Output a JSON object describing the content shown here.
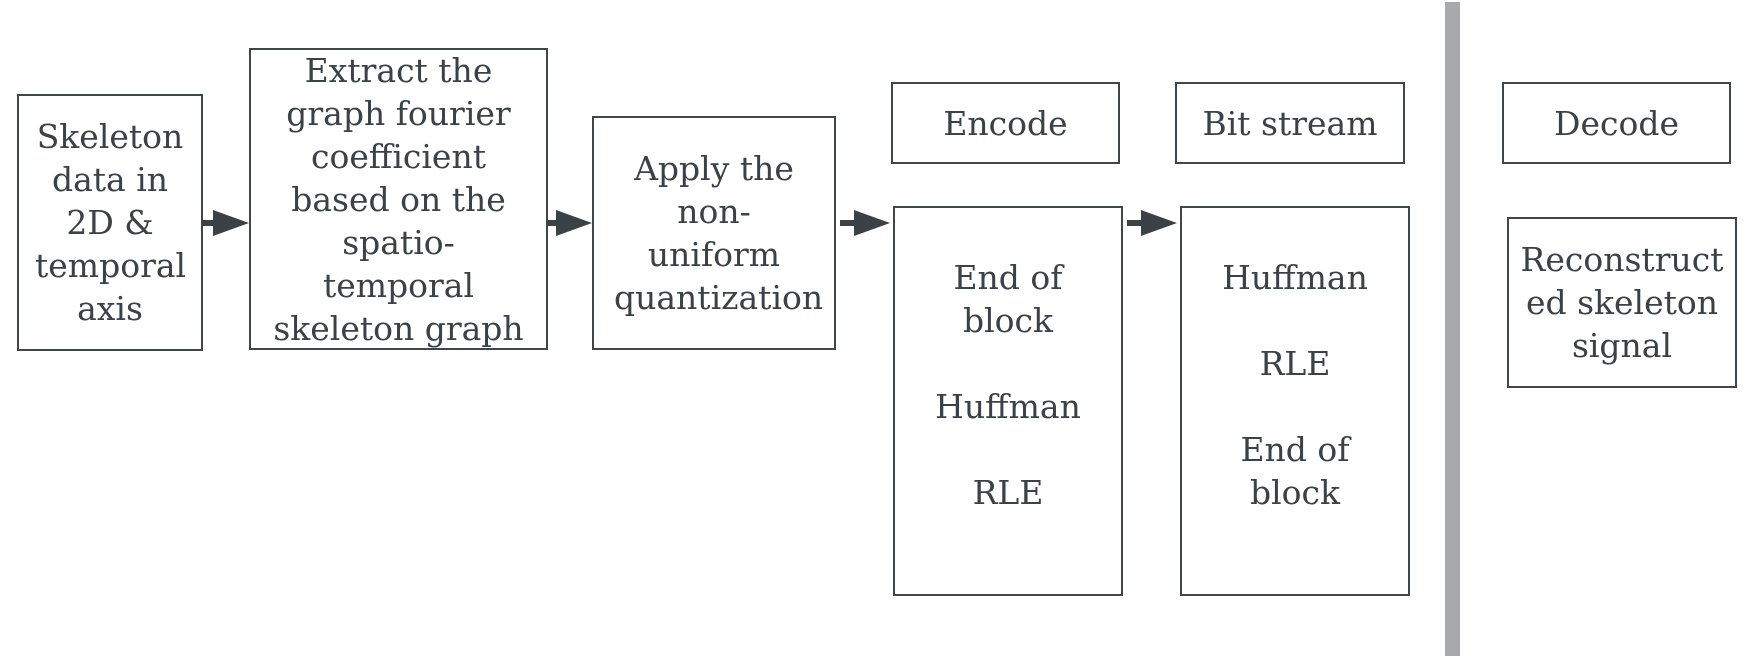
{
  "diagram": {
    "input": "Skeleton data in 2D & temporal axis",
    "extract": "Extract the graph fourier coefficient based on the spatio-temporal skeleton graph",
    "quantize": "Apply the non-uniform quantization",
    "encode": {
      "title": "Encode",
      "steps": [
        "End of block",
        "Huffman",
        "RLE"
      ]
    },
    "bitstream": {
      "title": "Bit stream",
      "steps": [
        "Huffman",
        "RLE",
        "End of block"
      ]
    },
    "decode": {
      "title": "Decode",
      "output": "Reconstructed skeleton signal"
    }
  }
}
